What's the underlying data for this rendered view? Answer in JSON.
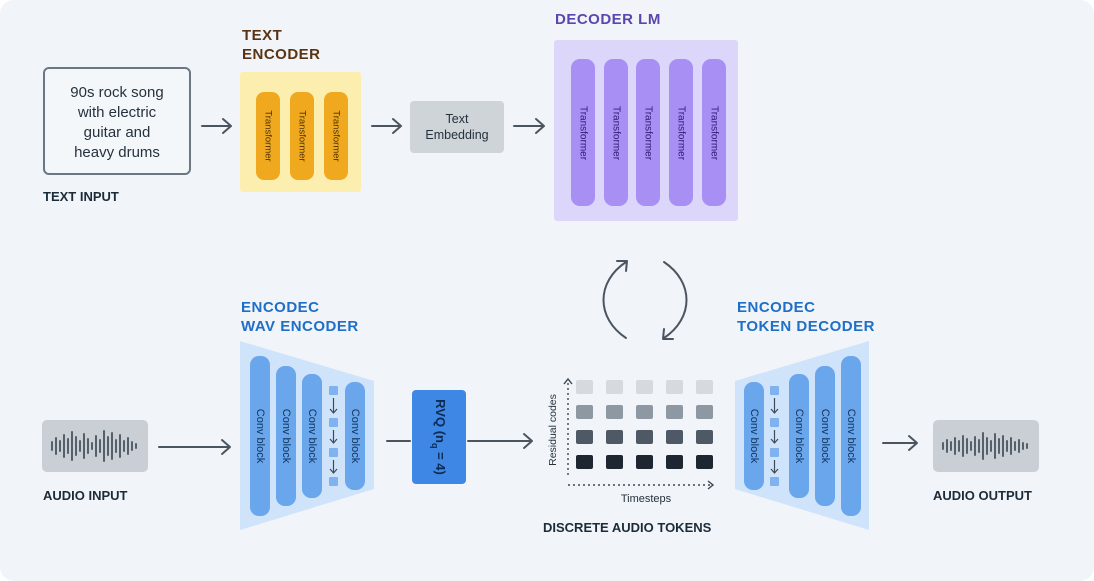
{
  "text_input": {
    "prompt_lines": [
      "90s rock song",
      "with electric",
      "guitar and",
      "heavy drums"
    ],
    "caption": "TEXT INPUT"
  },
  "text_encoder": {
    "title_lines": [
      "TEXT",
      "ENCODER"
    ],
    "blocks": [
      "Transformer",
      "Transformer",
      "Transformer"
    ]
  },
  "text_embedding": {
    "lines": [
      "Text",
      "Embedding"
    ]
  },
  "decoder_lm": {
    "title": "DECODER LM",
    "blocks": [
      "Transformer",
      "Transformer",
      "Transformer",
      "Transformer",
      "Transformer"
    ]
  },
  "wav_encoder": {
    "title_lines": [
      "ENCODEC",
      "WAV ENCODER"
    ],
    "blocks": [
      "Conv block",
      "Conv block",
      "Conv block",
      "Conv block"
    ]
  },
  "rvq": {
    "label": "RVQ (n",
    "subscript": "q",
    "suffix": " = 4)"
  },
  "tokens": {
    "caption": "DISCRETE AUDIO TOKENS",
    "y_axis_label": "Residual codes",
    "x_axis_label": "Timesteps",
    "rows": 4,
    "cols": 5,
    "row_colors": [
      "#d6dadf",
      "#8e98a3",
      "#4f5965",
      "#1e2731"
    ]
  },
  "token_decoder": {
    "title_lines": [
      "ENCODEC",
      "TOKEN DECODER"
    ],
    "blocks": [
      "Conv block",
      "Conv block",
      "Conv block",
      "Conv block"
    ]
  },
  "audio_input": {
    "caption": "AUDIO INPUT"
  },
  "audio_output": {
    "caption": "AUDIO OUTPUT"
  },
  "colors": {
    "background": "#f1f4f8",
    "text_encoder_title": "#5a3412",
    "decoder_title": "#5b46b0",
    "encodec_title": "#1f6fc6",
    "arrow": "#4b5560"
  },
  "icons": {
    "arrow": "arrow-right-icon",
    "loop": "cycle-arrows-icon",
    "waveform": "waveform-icon"
  }
}
